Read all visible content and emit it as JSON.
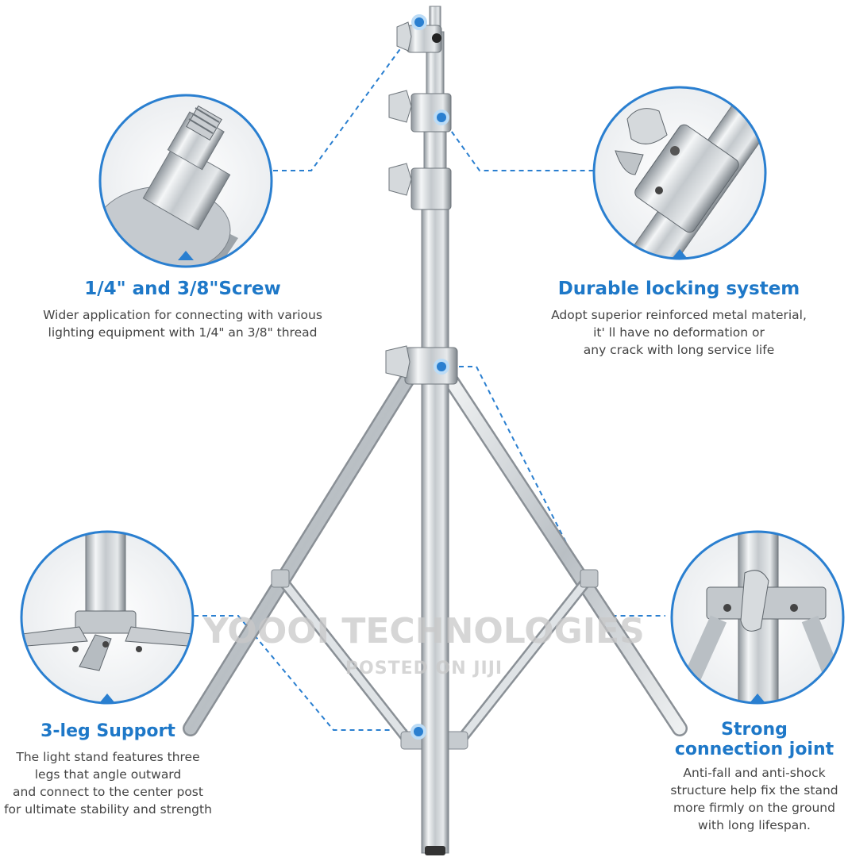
{
  "features": {
    "screw": {
      "title": "1/4\" and 3/8\"Screw",
      "desc": "Wider application for connecting with various\nlighting equipment with 1/4\" an 3/8\" thread"
    },
    "lock": {
      "title": "Durable locking system",
      "desc": "Adopt superior reinforced metal material,\nit' ll have no deformation or\nany crack  with long service life"
    },
    "leg": {
      "title": "3-leg Support",
      "desc": "The light stand features three\nlegs that angle outward\nand connect to the center post\nfor ultimate stability and strength"
    },
    "joint": {
      "title": "Strong\nconnection joint",
      "desc": "Anti-fall and anti-shock\nstructure help fix the stand\nmore firmly on the ground\nwith long lifespan."
    }
  },
  "watermark": {
    "main": "YOOOI TECHNOLOGIES",
    "sub": "POSTED ON JIJI"
  },
  "colors": {
    "accent": "#1e78c8",
    "metal": "#c9cdd1",
    "text": "#444444"
  }
}
